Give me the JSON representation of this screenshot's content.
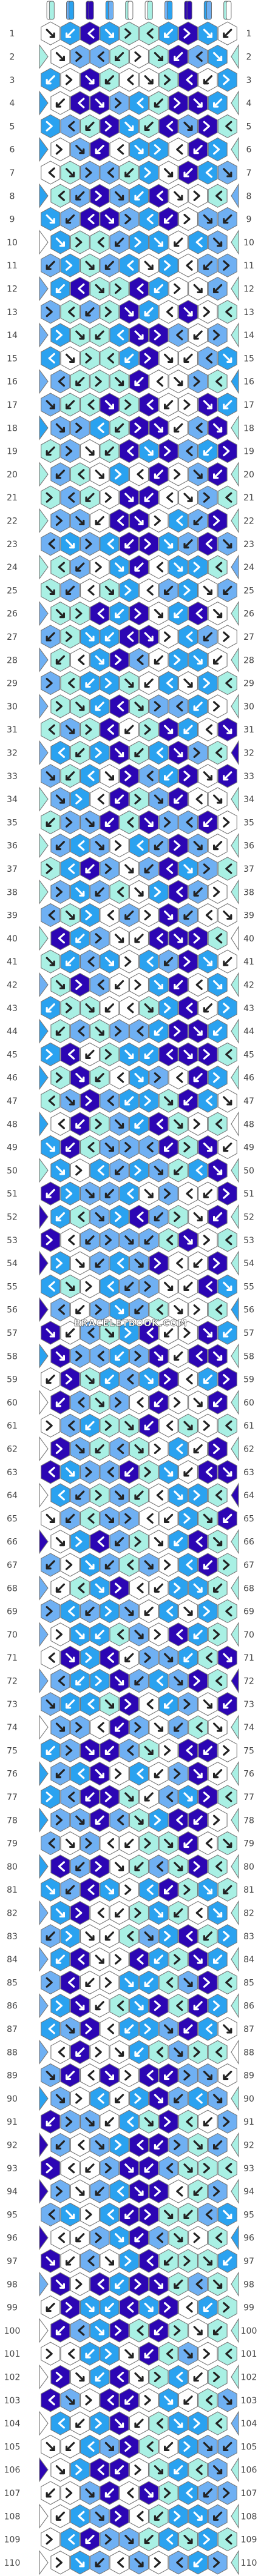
{
  "watermark": "BRACELETBOOK.COM",
  "palette": {
    "A": "#ffffff",
    "B": "#a9f0e4",
    "C": "#6fb0f3",
    "D": "#2aa2f0",
    "E": "#2c06b4",
    "F": "#ffffff"
  },
  "strands_top": [
    "A",
    "B",
    "C",
    "D",
    "E",
    "E",
    "D",
    "C",
    "B",
    "A",
    "A",
    "B",
    "C",
    "D",
    "E",
    "E",
    "D",
    "C",
    "B",
    "A"
  ],
  "row_count": 110,
  "row_labels": [
    "1",
    "2",
    "3",
    "4",
    "5",
    "6",
    "7",
    "8",
    "9",
    "10",
    "11",
    "12",
    "13",
    "14",
    "15",
    "16",
    "17",
    "18",
    "19",
    "20",
    "21",
    "22",
    "23",
    "24",
    "25",
    "26",
    "27",
    "28",
    "29",
    "30",
    "31",
    "32",
    "33",
    "34",
    "35",
    "36",
    "37",
    "38",
    "39",
    "40",
    "41",
    "42",
    "43",
    "44",
    "45",
    "46",
    "47",
    "48",
    "49",
    "50",
    "51",
    "52",
    "53",
    "54",
    "55",
    "56",
    "57",
    "58",
    "59",
    "60",
    "61",
    "62",
    "63",
    "64",
    "65",
    "66",
    "67",
    "68",
    "69",
    "70",
    "71",
    "72",
    "73",
    "74",
    "75",
    "76",
    "77",
    "78",
    "79",
    "80",
    "81",
    "82",
    "83",
    "84",
    "85",
    "86",
    "87",
    "88",
    "89",
    "90",
    "91",
    "92",
    "93",
    "94",
    "95",
    "96",
    "97",
    "98",
    "99",
    "100",
    "101",
    "102",
    "103",
    "104",
    "105",
    "106",
    "107",
    "108",
    "109",
    "110"
  ]
}
